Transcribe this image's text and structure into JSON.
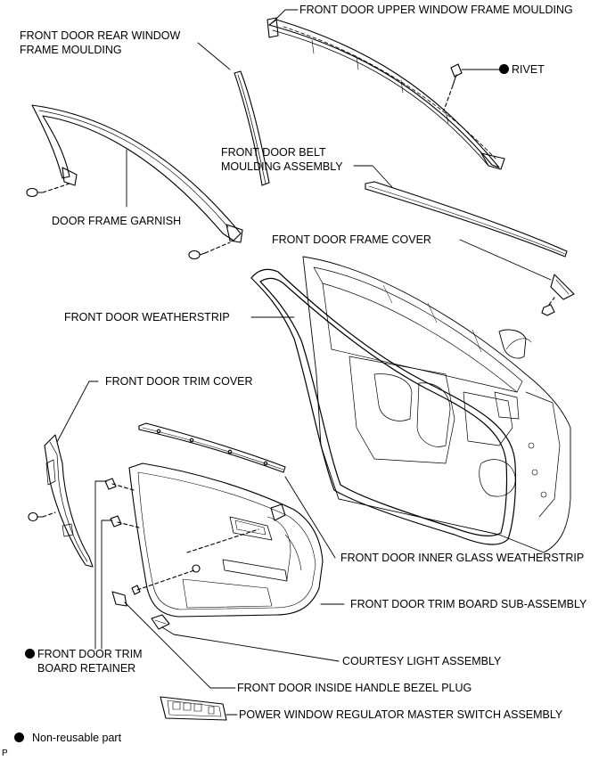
{
  "labels": {
    "upper_window_frame_moulding": "FRONT DOOR UPPER WINDOW FRAME MOULDING",
    "rear_window_frame_moulding_1": "FRONT DOOR REAR WINDOW",
    "rear_window_frame_moulding_2": "FRAME MOULDING",
    "rivet": "RIVET",
    "belt_moulding_1": "FRONT DOOR BELT",
    "belt_moulding_2": "MOULDING ASSEMBLY",
    "door_frame_garnish": "DOOR FRAME GARNISH",
    "frame_cover": "FRONT DOOR FRAME COVER",
    "weatherstrip": "FRONT DOOR WEATHERSTRIP",
    "trim_cover": "FRONT DOOR TRIM COVER",
    "inner_glass_weatherstrip": "FRONT DOOR INNER GLASS WEATHERSTRIP",
    "trim_board": "FRONT DOOR TRIM BOARD SUB-ASSEMBLY",
    "trim_board_retainer_1": "FRONT DOOR TRIM",
    "trim_board_retainer_2": "BOARD RETAINER",
    "courtesy_light": "COURTESY LIGHT ASSEMBLY",
    "handle_bezel_plug": "FRONT DOOR INSIDE HANDLE BEZEL PLUG",
    "master_switch": "POWER WINDOW REGULATOR MASTER SWITCH ASSEMBLY"
  },
  "legend": {
    "non_reusable": "Non-reusable part"
  },
  "page_code": "P"
}
